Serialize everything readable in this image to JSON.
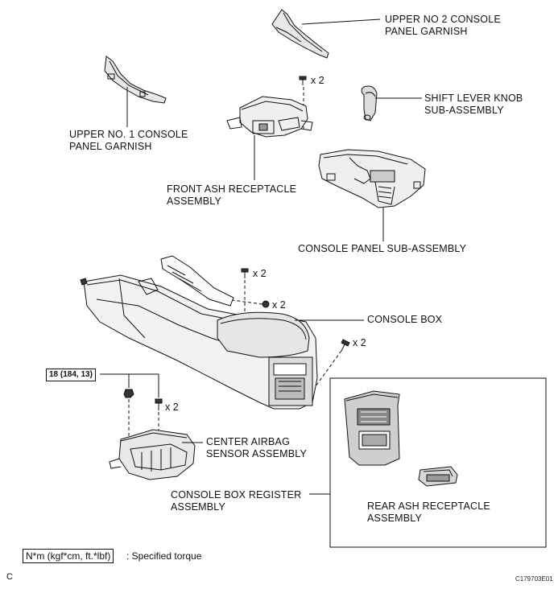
{
  "labels": {
    "upper_no2_garnish": [
      "UPPER NO 2 CONSOLE",
      "PANEL GARNISH"
    ],
    "upper_no1_garnish": [
      "UPPER NO. 1 CONSOLE",
      "PANEL GARNISH"
    ],
    "shift_knob": [
      "SHIFT LEVER KNOB",
      "SUB-ASSEMBLY"
    ],
    "front_ash": [
      "FRONT ASH RECEPTACLE",
      "ASSEMBLY"
    ],
    "console_panel": "CONSOLE PANEL SUB-ASSEMBLY",
    "console_box": "CONSOLE BOX",
    "center_airbag": [
      "CENTER AIRBAG",
      "SENSOR ASSEMBLY"
    ],
    "console_box_register": [
      "CONSOLE BOX REGISTER",
      "ASSEMBLY"
    ],
    "rear_ash": [
      "REAR ASH RECEPTACLE",
      "ASSEMBLY"
    ]
  },
  "fastener_qty": {
    "front_ash_screws": "x 2",
    "console_top_screws": "x 2",
    "console_mid_screws": "x 2",
    "console_rear_screws": "x 2",
    "airbag_bolts": "x 2"
  },
  "torque_spec": "18 (184, 13)",
  "legend": {
    "box_text": "N*m (kgf*cm, ft.*lbf)",
    "description": ": Specified torque"
  },
  "corner_letter": "C",
  "figure_code": "C179703E01"
}
